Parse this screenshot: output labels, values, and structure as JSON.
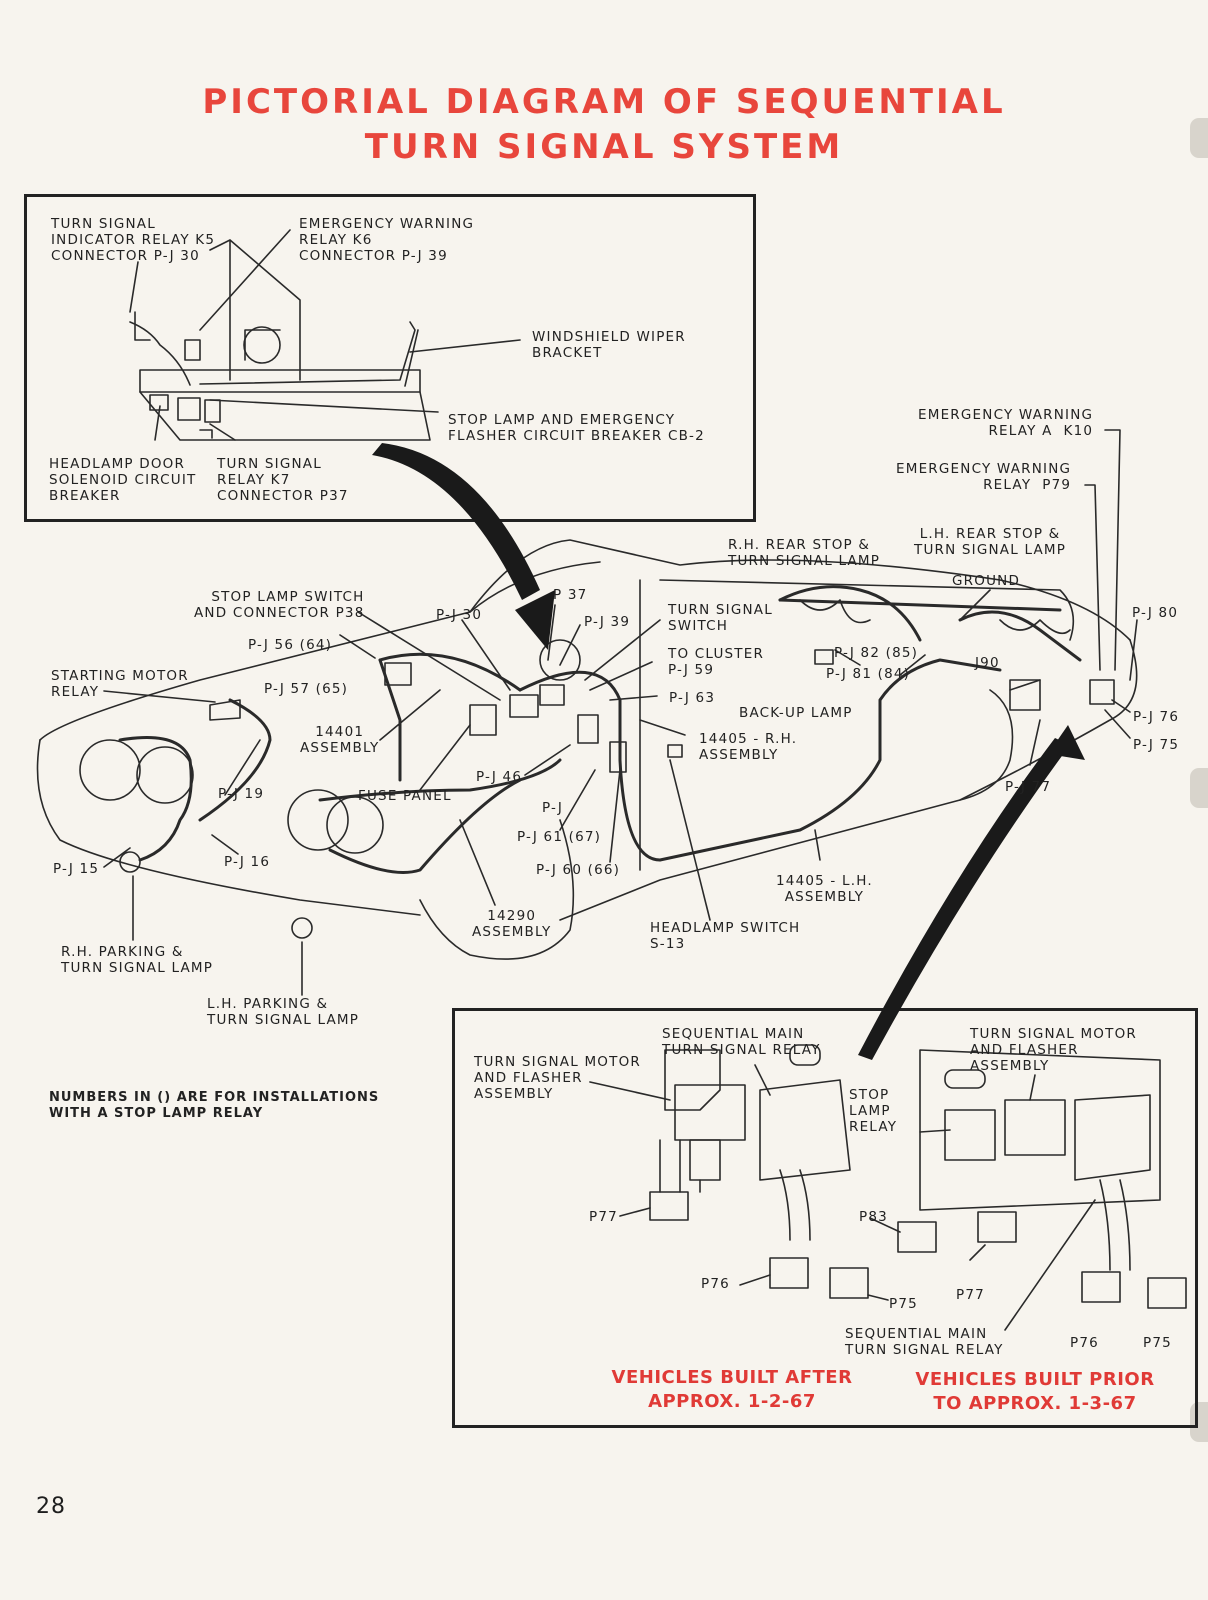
{
  "title": {
    "line1": "PICTORIAL DIAGRAM OF SEQUENTIAL",
    "line2": "TURN SIGNAL SYSTEM"
  },
  "page_number": "28",
  "inset_top": {
    "turn_signal_indicator_relay": "TURN SIGNAL\nINDICATOR RELAY K5\nCONNECTOR P-J 30",
    "emergency_warning_relay_k6": "EMERGENCY WARNING\nRELAY K6\nCONNECTOR P-J 39",
    "windshield_wiper_bracket": "WINDSHIELD WIPER\nBRACKET",
    "stop_lamp_breaker": "STOP LAMP AND EMERGENCY\nFLASHER CIRCUIT BREAKER CB-2",
    "headlamp_door_breaker": "HEADLAMP DOOR\nSOLENOID CIRCUIT\nBREAKER",
    "turn_signal_relay_k7": "TURN SIGNAL\nRELAY K7\nCONNECTOR P37"
  },
  "main": {
    "emergency_warning_relay_a": "EMERGENCY WARNING\nRELAY A  K10",
    "emergency_warning_relay_p79": "EMERGENCY WARNING\nRELAY  P79",
    "rh_rear_stop": "R.H. REAR STOP &\nTURN SIGNAL LAMP",
    "lh_rear_stop": "L.H. REAR STOP &\nTURN SIGNAL LAMP",
    "ground": "GROUND",
    "pj80": "P-J 80",
    "stop_lamp_switch": "STOP LAMP SWITCH\nAND CONNECTOR P38",
    "p37": "P 37",
    "pj30": "P-J 30",
    "pj39": "P-J 39",
    "turn_signal_switch": "TURN SIGNAL\nSWITCH",
    "to_cluster": "TO CLUSTER\nP-J 59",
    "pj82": "P-J 82 (85)",
    "pj81": "P-J 81 (84)",
    "j90": "J90",
    "pj56": "P-J 56 (64)",
    "pj57": "P-J 57 (65)",
    "starting_motor_relay": "STARTING MOTOR\nRELAY",
    "pj63": "P-J 63",
    "back_up_lamp": "BACK-UP LAMP",
    "pj76": "P-J 76",
    "pj75": "P-J 75",
    "assembly_14401": "14401\nASSEMBLY",
    "assembly_14405_rh": "14405 - R.H.\nASSEMBLY",
    "pj19": "P-J 19",
    "fuse_panel": "FUSE PANEL",
    "pj46": "P-J 46",
    "pj77": "P-J 77",
    "pj_blank": "P-J",
    "pj16": "P-J 16",
    "pj61": "P-J 61 (67)",
    "pj15": "P-J 15",
    "pj60": "P-J 60 (66)",
    "assembly_14405_lh": "14405 - L.H.\nASSEMBLY",
    "assembly_14290": "14290\nASSEMBLY",
    "headlamp_switch": "HEADLAMP SWITCH\nS-13",
    "rh_parking": "R.H. PARKING &\nTURN SIGNAL LAMP",
    "lh_parking": "L.H. PARKING &\nTURN SIGNAL LAMP"
  },
  "note": "NUMBERS IN () ARE FOR INSTALLATIONS\nWITH A STOP LAMP RELAY",
  "inset_bottom": {
    "sequential_main_relay_top": "SEQUENTIAL MAIN\nTURN SIGNAL RELAY",
    "motor_flasher_left": "TURN SIGNAL MOTOR\nAND FLASHER\nASSEMBLY",
    "motor_flasher_right": "TURN SIGNAL MOTOR\nAND FLASHER\nASSEMBLY",
    "stop_lamp_relay": "STOP\nLAMP\nRELAY",
    "p77_left": "P77",
    "p83": "P83",
    "p76_left": "P76",
    "p75_left": "P75",
    "p77_right": "P77",
    "sequential_main_relay_bottom": "SEQUENTIAL MAIN\nTURN SIGNAL RELAY",
    "p76_right": "P76",
    "p75_right": "P75",
    "caption_after": "VEHICLES BUILT AFTER\nAPPROX. 1-2-67",
    "caption_prior": "VEHICLES BUILT PRIOR\nTO APPROX. 1-3-67"
  },
  "colors": {
    "title_red": "#e8463c",
    "caption_red": "#e03a36",
    "ink": "#1e1e1e",
    "paper": "#f7f4ee"
  }
}
